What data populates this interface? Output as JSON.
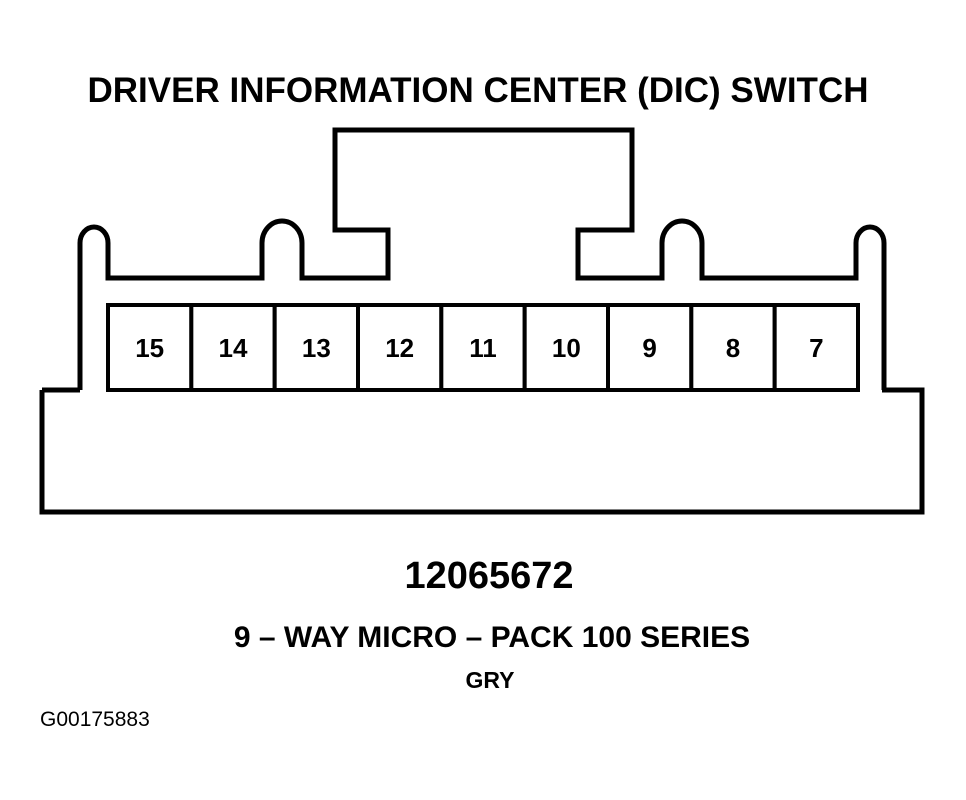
{
  "title": "DRIVER INFORMATION CENTER (DIC) SWITCH",
  "connector": {
    "cavities": [
      "15",
      "14",
      "13",
      "12",
      "11",
      "10",
      "9",
      "8",
      "7"
    ],
    "part_number": "12065672",
    "series": "9 – WAY MICRO – PACK 100 SERIES",
    "color": "GRY"
  },
  "figure_id": "G00175883"
}
